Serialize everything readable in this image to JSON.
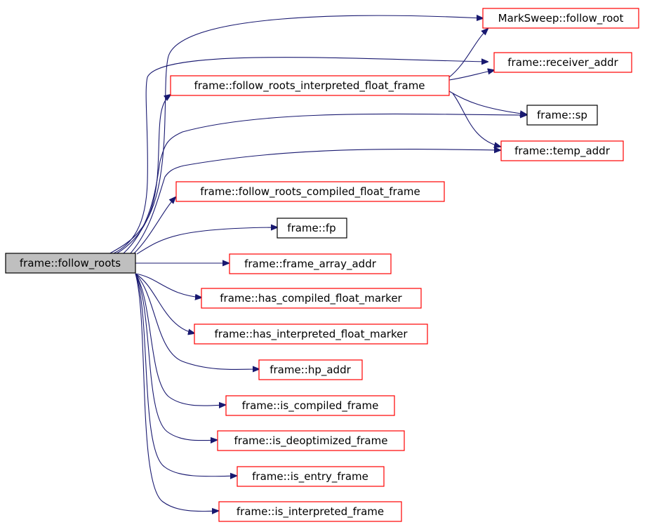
{
  "colors": {
    "edge": "#191970",
    "linked_border": "#ff0000",
    "plain_border": "#000000",
    "root_fill": "#bfbfbf"
  },
  "graph": {
    "root": "frame::follow_roots",
    "nodes": [
      {
        "id": "root",
        "label": "frame::follow_roots",
        "style": "root"
      },
      {
        "id": "msfr",
        "label": "MarkSweep::follow_root",
        "style": "linked"
      },
      {
        "id": "recv",
        "label": "frame::receiver_addr",
        "style": "linked"
      },
      {
        "id": "frif",
        "label": "frame::follow_roots_interpreted_float_frame",
        "style": "linked"
      },
      {
        "id": "sp",
        "label": "frame::sp",
        "style": "plain"
      },
      {
        "id": "temp",
        "label": "frame::temp_addr",
        "style": "linked"
      },
      {
        "id": "frcf",
        "label": "frame::follow_roots_compiled_float_frame",
        "style": "linked"
      },
      {
        "id": "fp",
        "label": "frame::fp",
        "style": "plain"
      },
      {
        "id": "faa",
        "label": "frame::frame_array_addr",
        "style": "linked"
      },
      {
        "id": "hcfm",
        "label": "frame::has_compiled_float_marker",
        "style": "linked"
      },
      {
        "id": "hifm",
        "label": "frame::has_interpreted_float_marker",
        "style": "linked"
      },
      {
        "id": "hp",
        "label": "frame::hp_addr",
        "style": "linked"
      },
      {
        "id": "icf",
        "label": "frame::is_compiled_frame",
        "style": "linked"
      },
      {
        "id": "idf",
        "label": "frame::is_deoptimized_frame",
        "style": "linked"
      },
      {
        "id": "ief",
        "label": "frame::is_entry_frame",
        "style": "linked"
      },
      {
        "id": "iif",
        "label": "frame::is_interpreted_frame",
        "style": "linked"
      }
    ],
    "edges": [
      {
        "from": "root",
        "to": "msfr"
      },
      {
        "from": "root",
        "to": "recv"
      },
      {
        "from": "root",
        "to": "frif"
      },
      {
        "from": "root",
        "to": "sp"
      },
      {
        "from": "root",
        "to": "temp"
      },
      {
        "from": "root",
        "to": "frcf"
      },
      {
        "from": "root",
        "to": "fp"
      },
      {
        "from": "root",
        "to": "faa"
      },
      {
        "from": "root",
        "to": "hcfm"
      },
      {
        "from": "root",
        "to": "hifm"
      },
      {
        "from": "root",
        "to": "hp"
      },
      {
        "from": "root",
        "to": "icf"
      },
      {
        "from": "root",
        "to": "idf"
      },
      {
        "from": "root",
        "to": "ief"
      },
      {
        "from": "root",
        "to": "iif"
      },
      {
        "from": "frif",
        "to": "msfr"
      },
      {
        "from": "frif",
        "to": "recv"
      },
      {
        "from": "frif",
        "to": "sp"
      },
      {
        "from": "frif",
        "to": "temp"
      }
    ]
  }
}
